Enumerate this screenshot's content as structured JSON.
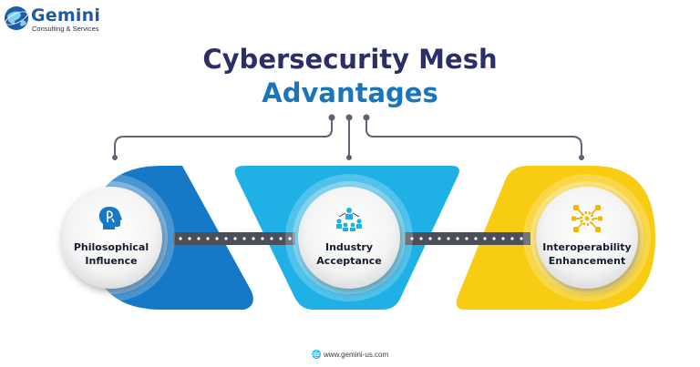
{
  "brand": {
    "name": "Gemini",
    "tagline": "Consulting & Services",
    "logo_icon": "globe-logo-icon"
  },
  "title": {
    "line1": "Cybersecurity Mesh",
    "line2": "Advantages"
  },
  "colors": {
    "title_dark": "#2b2e67",
    "title_blue": "#1b75bb",
    "card_blue": "#1679c8",
    "card_cyan": "#1fb1e6",
    "card_yellow": "#f8cc12",
    "connector": "#5e6470"
  },
  "items": [
    {
      "label": "Philosophical Influence",
      "line1": "Philosophical",
      "line2": "Influence",
      "icon": "head-brain-icon",
      "color": "#1679c8"
    },
    {
      "label": "Industry Acceptance",
      "line1": "Industry",
      "line2": "Acceptance",
      "icon": "people-network-icon",
      "color": "#1fb1e6"
    },
    {
      "label": "Interoperability Enhancement",
      "line1": "Interoperability",
      "line2": "Enhancement",
      "icon": "gear-network-icon",
      "color": "#f8cc12"
    }
  ],
  "footer": {
    "url": "www.gemini-us.com",
    "icon": "globe-icon"
  }
}
